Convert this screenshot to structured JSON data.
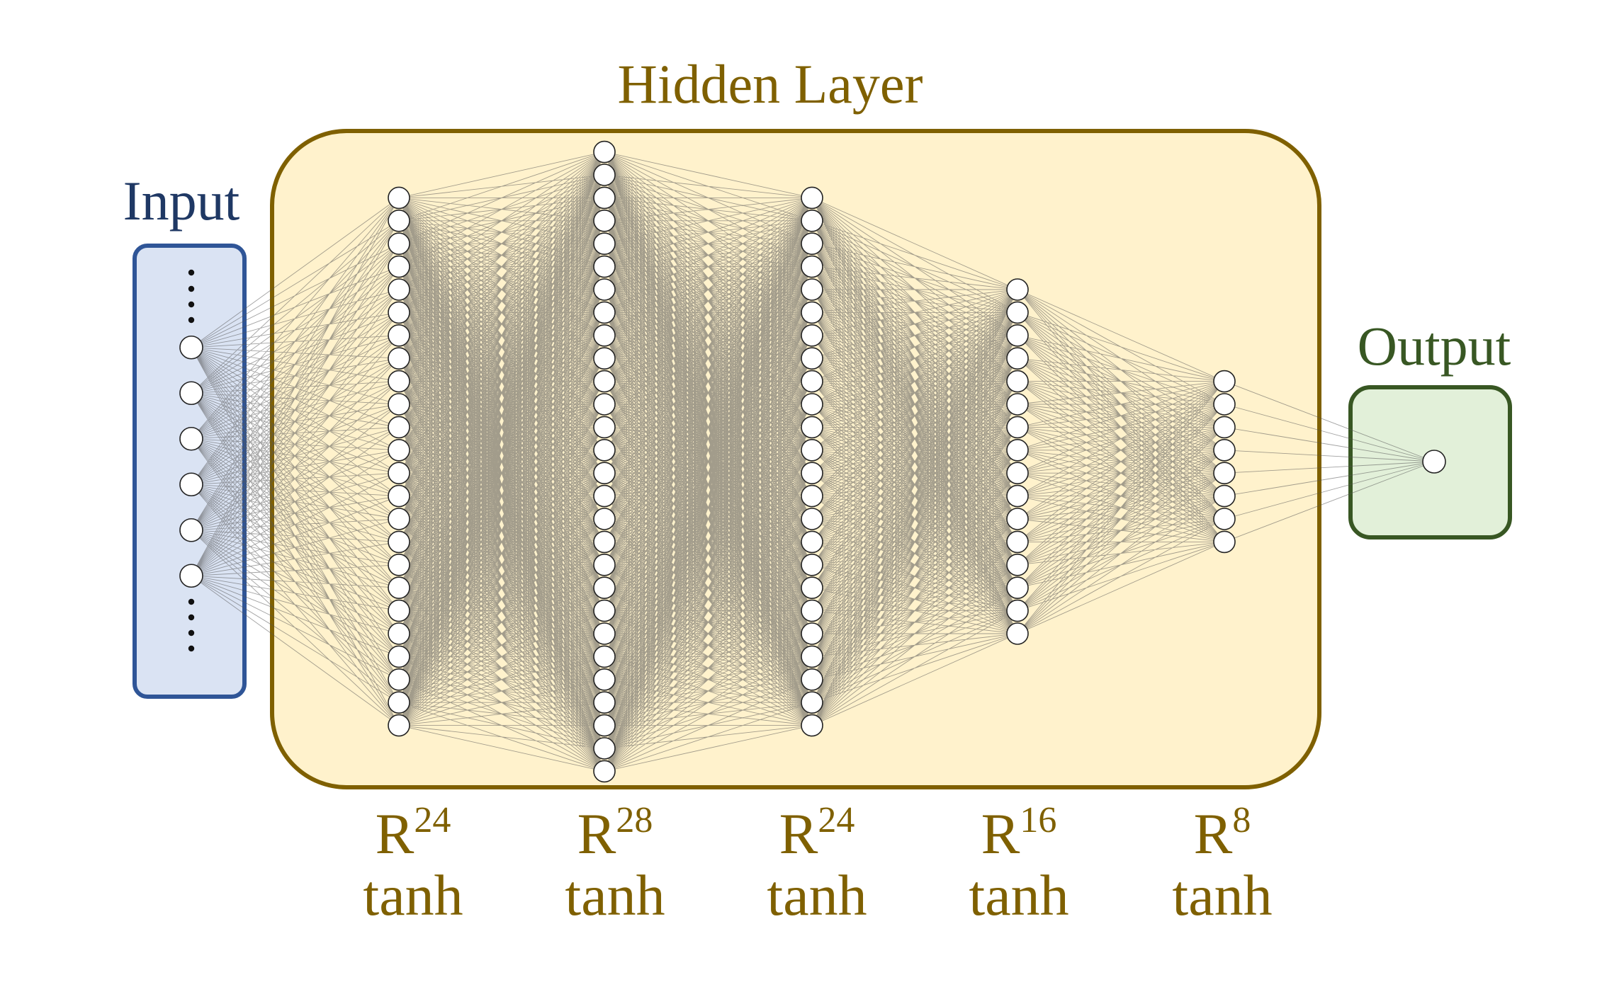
{
  "title": "Hidden Layer",
  "input": {
    "label": "Input",
    "visible_nodes": 6,
    "ellipsis": true
  },
  "output": {
    "label": "Output",
    "nodes": 1
  },
  "layers": [
    {
      "base": "R",
      "dim": "24",
      "activation": "tanh",
      "neurons": 24
    },
    {
      "base": "R",
      "dim": "28",
      "activation": "tanh",
      "neurons": 28
    },
    {
      "base": "R",
      "dim": "24",
      "activation": "tanh",
      "neurons": 24
    },
    {
      "base": "R",
      "dim": "16",
      "activation": "tanh",
      "neurons": 16
    },
    {
      "base": "R",
      "dim": "8",
      "activation": "tanh",
      "neurons": 8
    }
  ],
  "colors": {
    "hidden_fill": "#fff2cc",
    "hidden_stroke": "#7f6000",
    "hidden_text": "#7f6000",
    "input_fill": "#dae3f3",
    "input_stroke": "#2f5597",
    "input_text": "#1f3864",
    "output_fill": "#e2f0d9",
    "output_stroke": "#385723",
    "output_text": "#385723",
    "edge": "#555555",
    "node_stroke": "#222222"
  }
}
